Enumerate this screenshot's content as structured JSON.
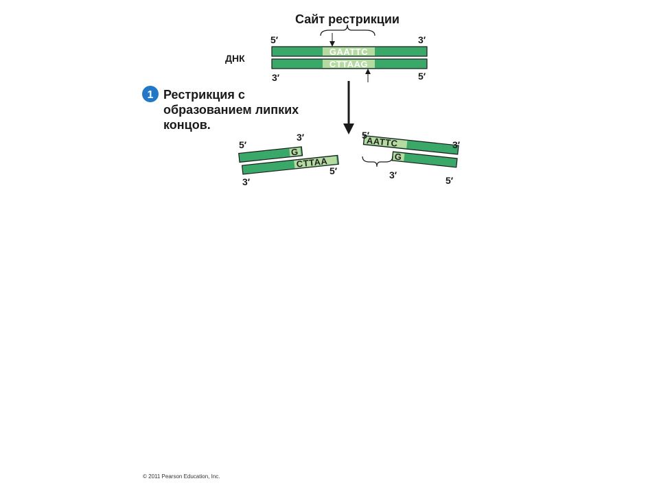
{
  "diagram": {
    "title": "Сайт рестрикции",
    "dna_label": "ДНК",
    "top_strand": {
      "left_end": "5′",
      "right_end": "3′",
      "sequence": "GAATTC"
    },
    "bottom_strand": {
      "left_end": "3′",
      "right_end": "5′",
      "sequence": "CTTAAG"
    },
    "step": {
      "number": "1",
      "line1": "Рестрикция с",
      "line2": "образованием липких",
      "line3": "концов."
    },
    "left_fragment": {
      "top_left_end": "5′",
      "top_right_end": "3′",
      "top_sequence": "G",
      "bottom_sequence": "CTTAA",
      "bottom_right_end": "5′",
      "bottom_left_end": "3′"
    },
    "right_fragment": {
      "top_left_end": "5′",
      "top_sequence": "AATTC",
      "top_right_end": "3′",
      "bottom_sequence": "G",
      "bottom_left_end": "3′",
      "bottom_right_end": "5′"
    },
    "colors": {
      "strand": "#3aa868",
      "sticky_end": "#b5dba0",
      "step_badge": "#1f78c8"
    }
  },
  "footer": {
    "copyright": "© 2011 Pearson Education, Inc."
  }
}
